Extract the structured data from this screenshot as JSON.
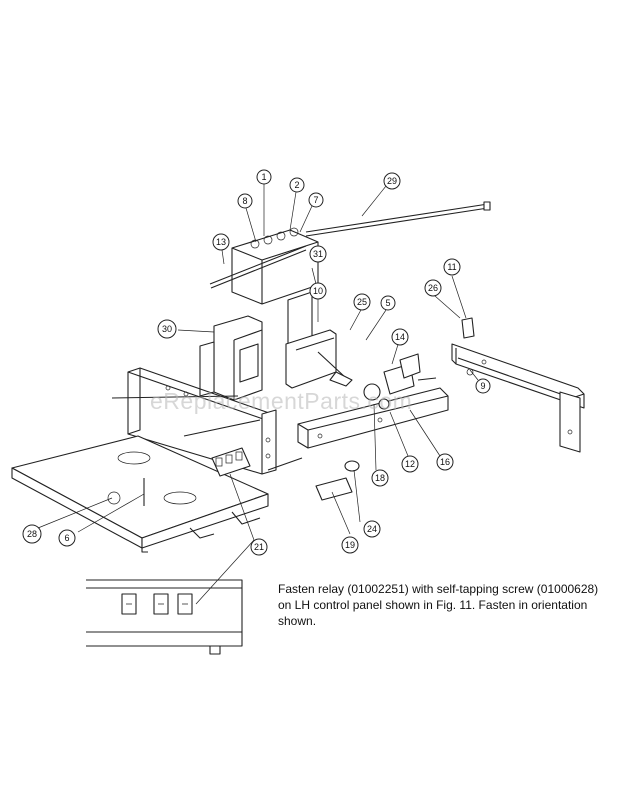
{
  "callouts": [
    {
      "label": "1"
    },
    {
      "label": "2"
    },
    {
      "label": "29"
    },
    {
      "label": "8"
    },
    {
      "label": "7"
    },
    {
      "label": "13"
    },
    {
      "label": "31"
    },
    {
      "label": "11"
    },
    {
      "label": "26"
    },
    {
      "label": "10"
    },
    {
      "label": "25"
    },
    {
      "label": "5"
    },
    {
      "label": "30"
    },
    {
      "label": "14"
    },
    {
      "label": "9"
    },
    {
      "label": "18"
    },
    {
      "label": "12"
    },
    {
      "label": "16"
    },
    {
      "label": "28"
    },
    {
      "label": "6"
    },
    {
      "label": "24"
    },
    {
      "label": "19"
    },
    {
      "label": "21"
    }
  ],
  "note": "Fasten relay (01002251) with self-tapping screw (01000628) on LH control panel shown in Fig. 11. Fasten in orientation shown.",
  "watermark": "eReplacementParts.com"
}
